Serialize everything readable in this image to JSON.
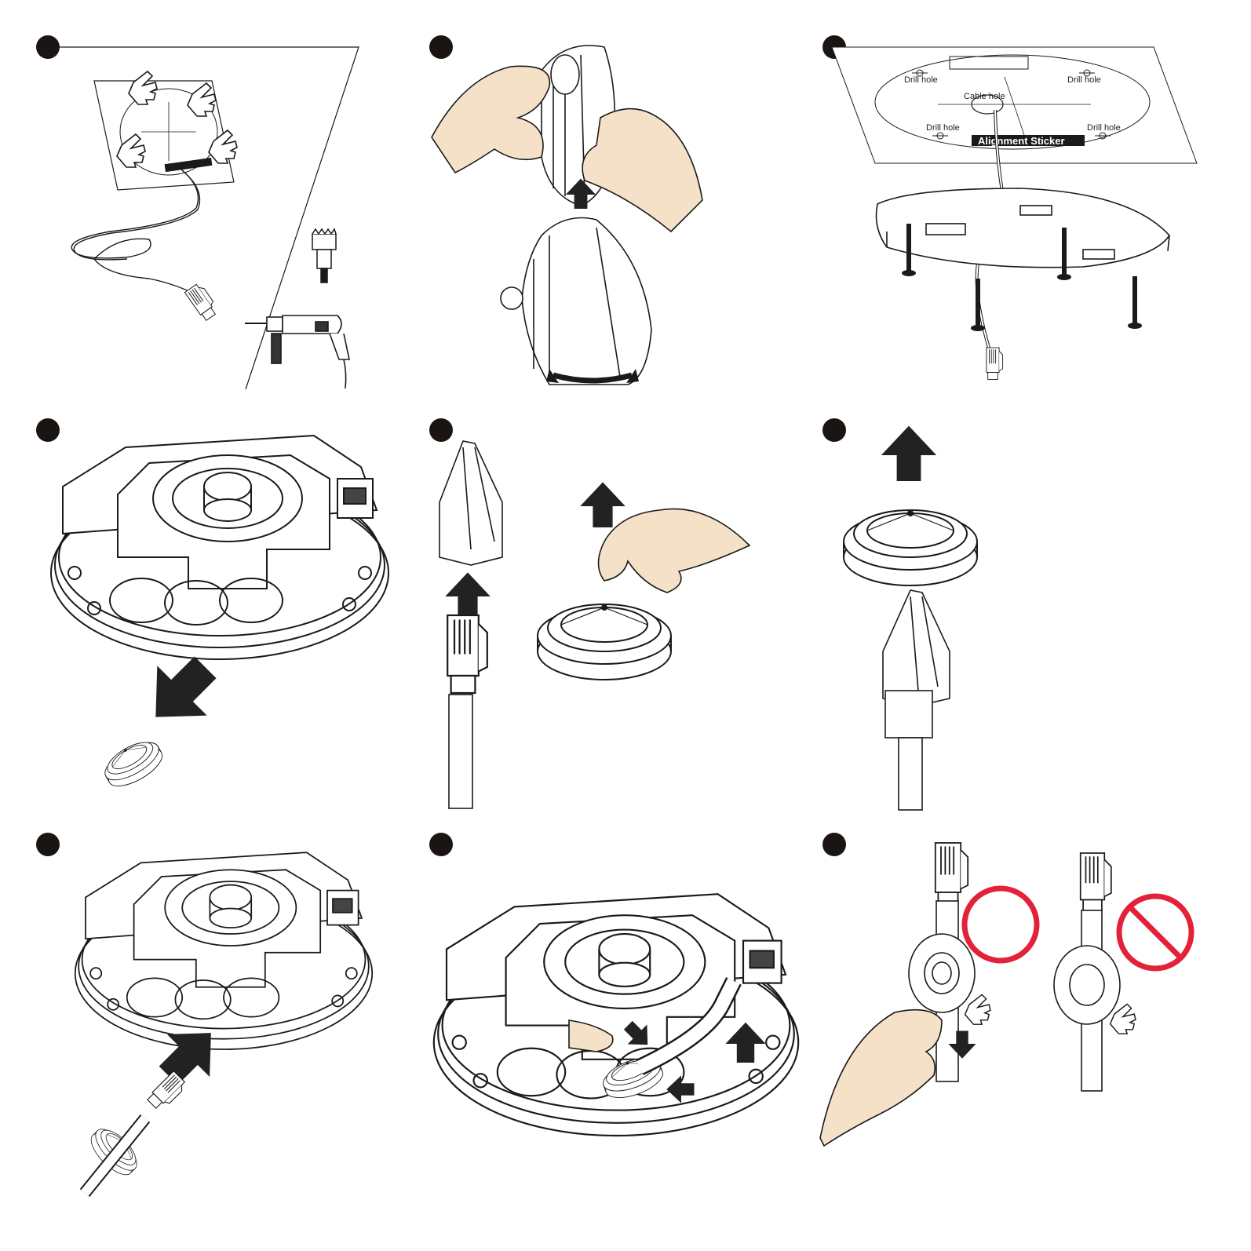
{
  "sheet": {
    "step_count": 9,
    "colors": {
      "step_badge": "#1a1512",
      "line_art": "#1a1a1a",
      "skin": "#f5e1c8",
      "arrow": "#222222",
      "ok_mark": "#e3223a",
      "no_mark": "#e3223a",
      "background": "#ffffff"
    }
  },
  "alignment_sticker": {
    "drill_hole_label": "Drill hole",
    "cable_hole_label": "Cable hole",
    "banner": "Alignment Sticker"
  },
  "icons": {
    "ok": "circle-ok-icon",
    "prohibited": "prohibited-icon",
    "arrow": "block-arrow-icon",
    "hand": "hand-icon",
    "drill": "power-drill-icon"
  }
}
